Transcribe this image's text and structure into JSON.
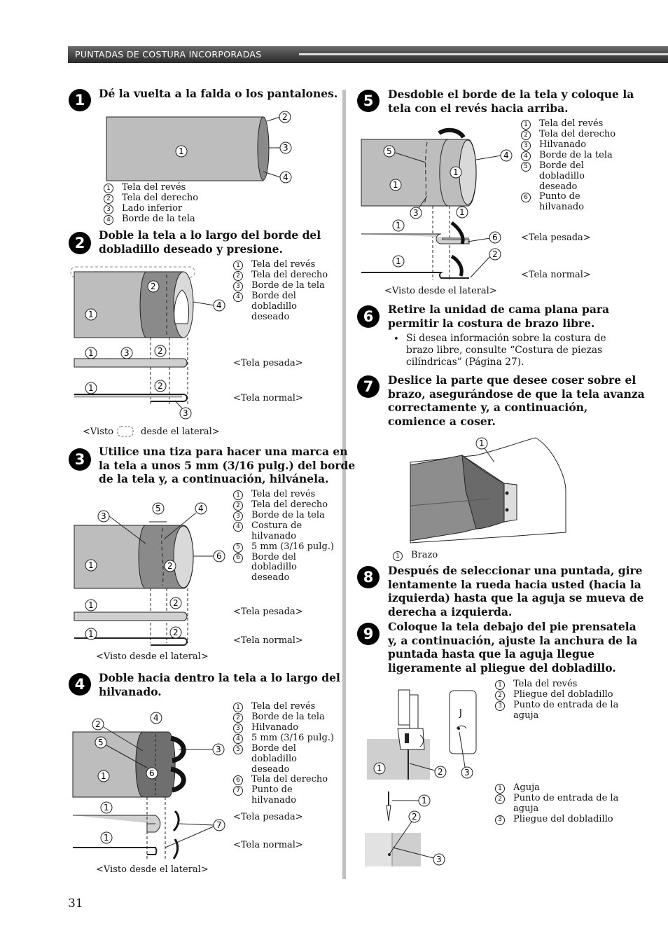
{
  "header": {
    "title": "PUNTADAS DE COSTURA INCORPORADAS"
  },
  "page_number": "31",
  "steps": [
    {
      "num": "1",
      "title": "Dé la vuelta a la falda o los pantalones.",
      "legend": [
        "Tela del revés",
        "Tela del derecho",
        "Lado inferior",
        "Borde de la tela"
      ]
    },
    {
      "num": "2",
      "title": "Doble la tela a lo largo del borde del\ndobladillo deseado y presione.",
      "legend": [
        "Tela del revés",
        "Tela del derecho",
        "Borde de la tela",
        "Borde del\ndobladillo\ndeseado"
      ],
      "heavy": "<Tela pesada>",
      "normal": "<Tela normal>",
      "view_pre": "<Visto",
      "view_post": "desde el lateral>"
    },
    {
      "num": "3",
      "title": "Utilice una tiza para hacer una marca en\nla tela a unos 5 mm (3/16 pulg.) del borde\nde la tela y, a continuación, hilvánela.",
      "legend": [
        "Tela del revés",
        "Tela del derecho",
        "Borde de la tela",
        "Costura de\nhilvanado",
        "5 mm (3/16 pulg.)",
        "Borde del\ndobladillo\ndeseado"
      ],
      "heavy": "<Tela pesada>",
      "normal": "<Tela normal>",
      "view": "<Visto desde el lateral>"
    },
    {
      "num": "4",
      "title": "Doble hacia dentro la tela a lo largo del\nhilvanado.",
      "legend": [
        "Tela del revés",
        "Borde de la tela",
        "Hilvanado",
        "5 mm (3/16 pulg.)",
        "Borde del\ndobladillo\ndeseado",
        "Tela del derecho",
        "Punto de\nhilvanado"
      ],
      "heavy": "<Tela pesada>",
      "normal": "<Tela normal>",
      "view": "<Visto desde el lateral>"
    },
    {
      "num": "5",
      "title": "Desdoble el borde de la tela y coloque la\ntela con el revés hacia arriba.",
      "legend": [
        "Tela del revés",
        "Tela del derecho",
        "Hilvanado",
        "Borde de la tela",
        "Borde del\ndobladillo\ndeseado",
        "Punto de\nhilvanado"
      ],
      "heavy": "<Tela pesada>",
      "normal": "<Tela normal>",
      "view": "<Visto desde el lateral>"
    },
    {
      "num": "6",
      "title": "Retire la unidad de cama plana para\npermitir la costura de brazo libre.",
      "bullet": "Si desea información sobre la costura de\nbrazo libre, consulte “Costura de piezas\ncilíndricas” (Página 27)."
    },
    {
      "num": "7",
      "title": "Deslice la parte que desee coser sobre el\nbrazo, asegurándose de que la tela avanza\ncorrectamente y, a continuación,\ncomience a coser.",
      "legend": [
        "Brazo"
      ]
    },
    {
      "num": "8",
      "title": "Después de seleccionar una puntada, gire\nlentamente la rueda hacia usted (hacia la\nizquierda) hasta que la aguja se mueva de\nderecha a izquierda."
    },
    {
      "num": "9",
      "title": "Coloque la tela debajo del pie prensatela\ny, a continuación, ajuste la anchura de la\npuntada hasta que la aguja llegue\nligeramente al pliegue del dobladillo.",
      "legend": [
        "Tela del revés",
        "Pliegue del dobladillo",
        "Punto de entrada de la\naguja"
      ],
      "legend2": [
        "Aguja",
        "Punto de entrada de la\naguja",
        "Pliegue del dobladillo"
      ],
      "foot_letter": "J"
    }
  ],
  "callout_numbers": [
    "1",
    "2",
    "3",
    "4",
    "5",
    "6",
    "7"
  ],
  "icons": [
    "circle-number-icon",
    "iron-icon",
    "fold-arrow-icon",
    "presser-foot-icon",
    "needle-icon",
    "free-arm-icon"
  ],
  "colors": {
    "fabric": "#bdbdbd",
    "fabric_dark": "#8a8a8a",
    "header_bg": "#3c3c3c",
    "rule": "#c0c0c0"
  }
}
